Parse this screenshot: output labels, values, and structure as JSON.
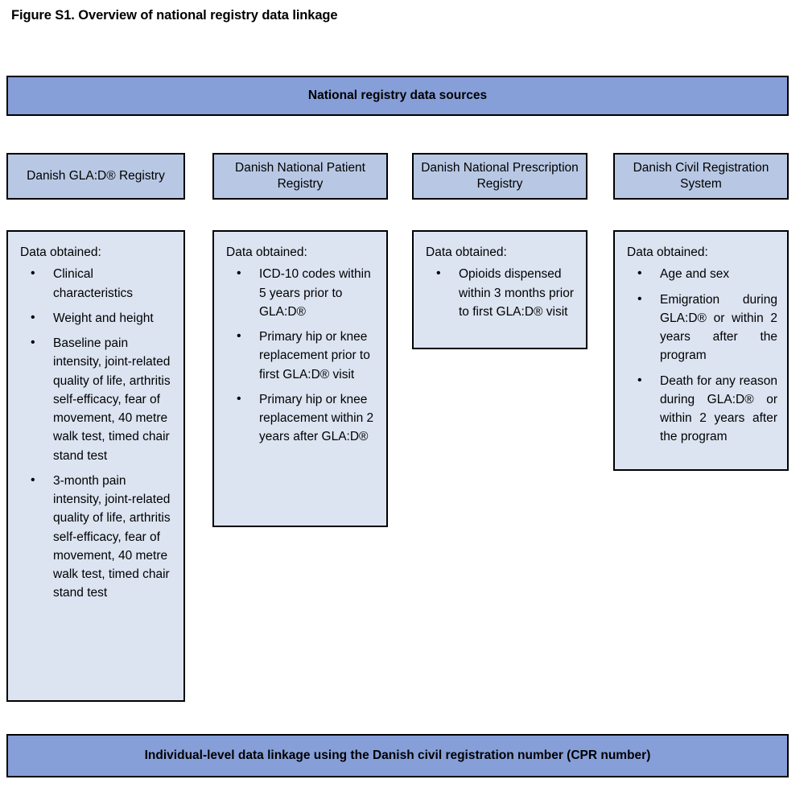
{
  "figure": {
    "title": "Figure S1. Overview of national registry data linkage"
  },
  "colors": {
    "header_bar_blue": "#869fd8",
    "column_header_blue": "#b8c8e4",
    "column_body_blue": "#dce4f2",
    "border_black": "#000000"
  },
  "top_bar": {
    "label": "National registry data sources"
  },
  "bottom_bar": {
    "label": "Individual-level data linkage using the Danish civil registration number (CPR number)"
  },
  "columns": [
    {
      "header": "Danish GLA:D® Registry",
      "data_label": "Data obtained:",
      "items": [
        "Clinical characteristics",
        "Weight and height",
        "Baseline pain intensity, joint-related quality of life, arthritis self-efficacy, fear of movement, 40 metre walk test, timed chair stand test",
        "3-month pain intensity, joint-related quality of life, arthritis self-efficacy, fear of movement, 40 metre walk test, timed chair stand test"
      ]
    },
    {
      "header": "Danish National Patient Registry",
      "data_label": "Data obtained:",
      "items": [
        "ICD-10 codes within 5 years prior to GLA:D®",
        "Primary hip or knee replacement prior to first GLA:D® visit",
        "Primary hip or knee replacement within 2 years after GLA:D®"
      ]
    },
    {
      "header": "Danish National Prescription Registry",
      "data_label": "Data obtained:",
      "items": [
        "Opioids dispensed within 3 months prior to first GLA:D® visit"
      ]
    },
    {
      "header": "Danish Civil Registration System",
      "data_label": "Data obtained:",
      "items": [
        "Age and sex",
        "Emigration during GLA:D® or within 2 years after the program",
        "Death for any reason during GLA:D® or within 2 years after the program"
      ]
    }
  ]
}
